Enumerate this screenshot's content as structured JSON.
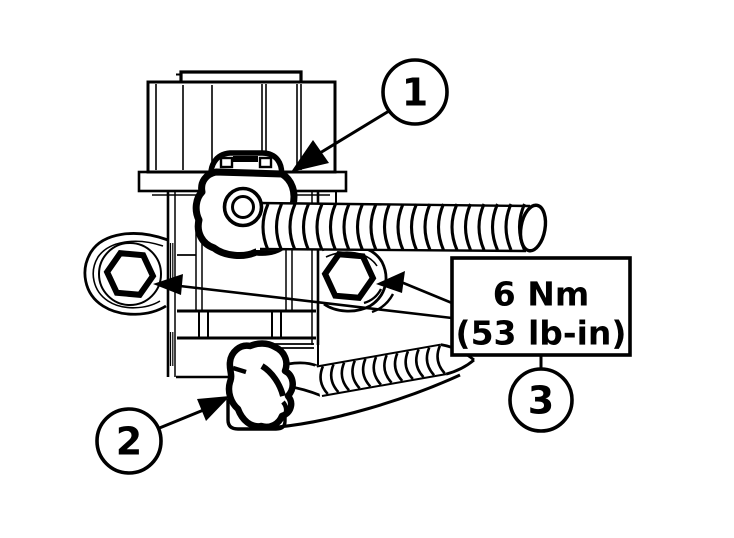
{
  "diagram": {
    "background_color": "#ffffff",
    "line_color": "#000000",
    "callouts": [
      {
        "number": "1"
      },
      {
        "number": "2"
      },
      {
        "number": "3"
      }
    ],
    "torque_spec": {
      "line1": "6 Nm",
      "line2": "(53 lb-in)"
    }
  }
}
